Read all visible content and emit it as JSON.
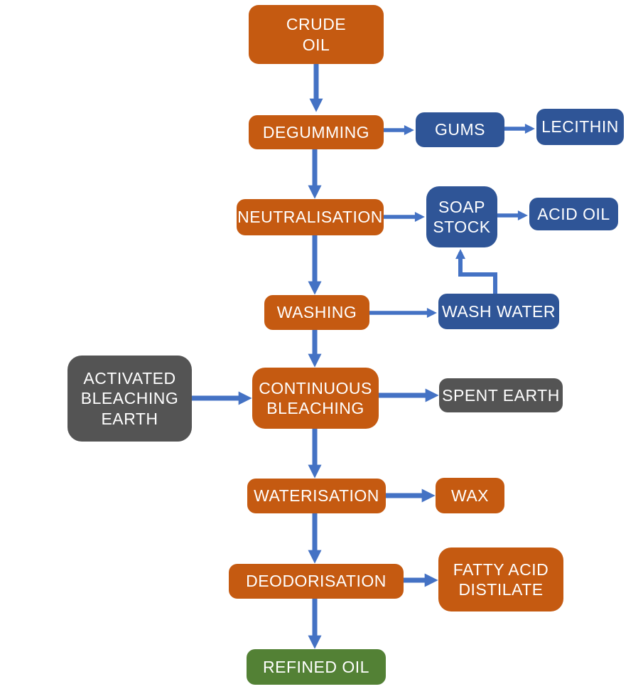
{
  "diagram": {
    "type": "flowchart",
    "subject": "Edible oil refining process"
  },
  "colors": {
    "process_fill": "#C55A11",
    "byproduct_fill": "#2F5597",
    "input_fill": "#545454",
    "product_fill": "#538135",
    "arrow": "#4472C4",
    "text": "#FFFFFF",
    "background": "#FFFFFF"
  },
  "nodes": {
    "crude_oil": {
      "label": "CRUDE\nOIL",
      "role": "process"
    },
    "degumming": {
      "label": "DEGUMMING",
      "role": "process"
    },
    "gums": {
      "label": "GUMS",
      "role": "byproduct"
    },
    "lecithin": {
      "label": "LECITHIN",
      "role": "byproduct"
    },
    "neutralisation": {
      "label": "NEUTRALISATION",
      "role": "process"
    },
    "soap_stock": {
      "label": "SOAP\nSTOCK",
      "role": "byproduct"
    },
    "acid_oil": {
      "label": "ACID OIL",
      "role": "byproduct"
    },
    "washing": {
      "label": "WASHING",
      "role": "process"
    },
    "wash_water": {
      "label": "WASH WATER",
      "role": "byproduct"
    },
    "activated_bleaching_earth": {
      "label": "ACTIVATED\nBLEACHING\nEARTH",
      "role": "input"
    },
    "continuous_bleaching": {
      "label": "CONTINUOUS\nBLEACHING",
      "role": "process"
    },
    "spent_earth": {
      "label": "SPENT EARTH",
      "role": "input"
    },
    "waterisation": {
      "label": "WATERISATION",
      "role": "process"
    },
    "wax": {
      "label": "WAX",
      "role": "process"
    },
    "deodorisation": {
      "label": "DEODORISATION",
      "role": "process"
    },
    "fatty_acid_distilate": {
      "label": "FATTY ACID\nDISTILATE",
      "role": "process"
    },
    "refined_oil": {
      "label": "REFINED OIL",
      "role": "product"
    }
  },
  "edges": [
    {
      "from": "crude_oil",
      "to": "degumming"
    },
    {
      "from": "degumming",
      "to": "gums"
    },
    {
      "from": "gums",
      "to": "lecithin"
    },
    {
      "from": "degumming",
      "to": "neutralisation"
    },
    {
      "from": "neutralisation",
      "to": "soap_stock"
    },
    {
      "from": "soap_stock",
      "to": "acid_oil"
    },
    {
      "from": "neutralisation",
      "to": "washing"
    },
    {
      "from": "washing",
      "to": "wash_water"
    },
    {
      "from": "wash_water",
      "to": "soap_stock"
    },
    {
      "from": "washing",
      "to": "continuous_bleaching"
    },
    {
      "from": "activated_bleaching_earth",
      "to": "continuous_bleaching"
    },
    {
      "from": "continuous_bleaching",
      "to": "spent_earth"
    },
    {
      "from": "continuous_bleaching",
      "to": "waterisation"
    },
    {
      "from": "waterisation",
      "to": "wax"
    },
    {
      "from": "waterisation",
      "to": "deodorisation"
    },
    {
      "from": "deodorisation",
      "to": "fatty_acid_distilate"
    },
    {
      "from": "deodorisation",
      "to": "refined_oil"
    }
  ]
}
